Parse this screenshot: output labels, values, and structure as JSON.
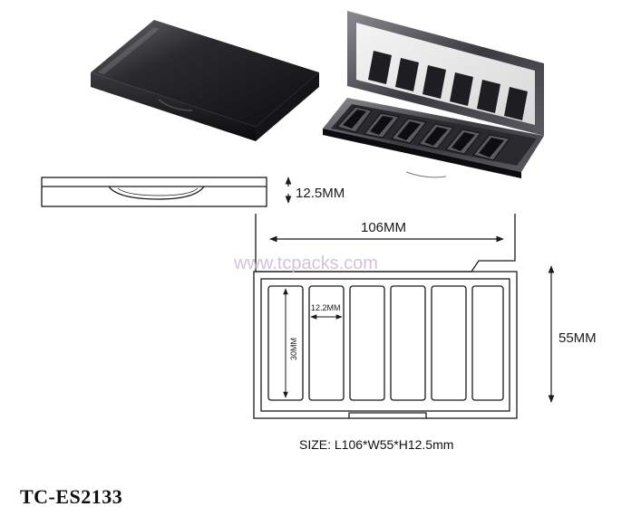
{
  "product": {
    "model": "TC-ES2133",
    "size_label": "SIZE: L106*W55*H12.5mm",
    "watermark": "www.tcpacks.com"
  },
  "dimensions": {
    "height_label": "12.5MM",
    "length_label": "106MM",
    "width_label": "55MM",
    "pan_width_label": "12.2MM",
    "pan_height_label": "30MM"
  },
  "colors": {
    "line": "#1a1a1a",
    "case_dark": "#1c1c1f",
    "case_light": "#4a4a50",
    "watermark": "#c9b9d6"
  }
}
